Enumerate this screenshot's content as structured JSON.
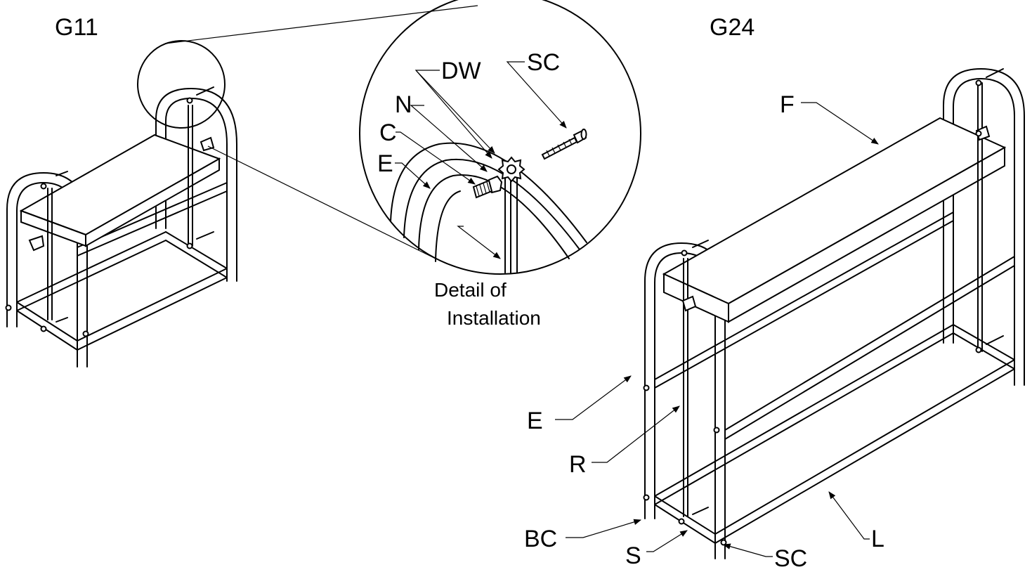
{
  "models": {
    "left": "G11",
    "right": "G24"
  },
  "detail": {
    "caption_line1": "Detail of",
    "caption_line2": "Installation",
    "labels": {
      "dw": "DW",
      "sc": "SC",
      "n": "N",
      "c": "C",
      "e": "E"
    }
  },
  "g24_labels": {
    "f": "F",
    "e": "E",
    "r": "R",
    "bc": "BC",
    "s": "S",
    "sc": "SC",
    "l": "L"
  }
}
